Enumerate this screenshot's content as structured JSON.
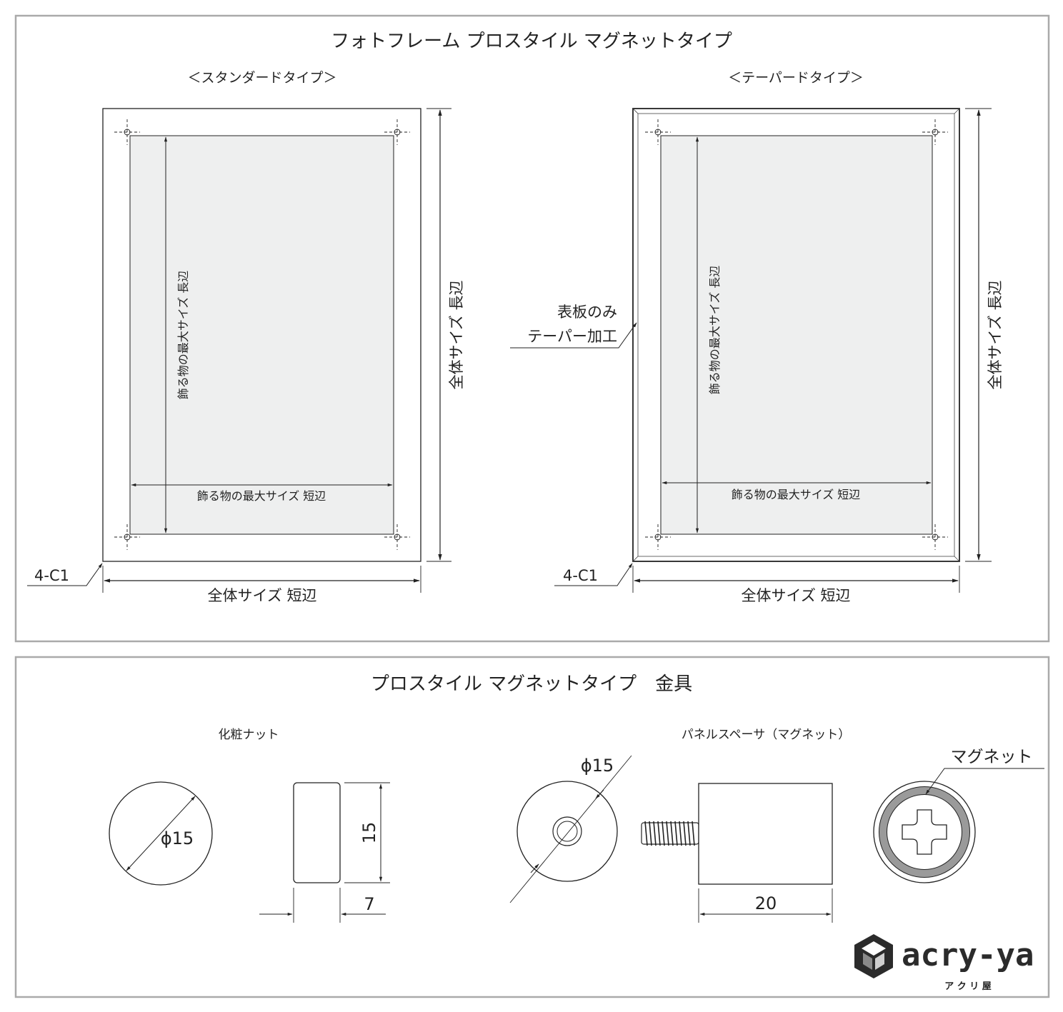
{
  "top_panel": {
    "title": "フォトフレーム プロスタイル マグネットタイプ",
    "standard": {
      "heading": "＜スタンダードタイプ＞",
      "long_inner": "飾る物の最大サイズ 長辺",
      "short_inner": "飾る物の最大サイズ 短辺",
      "long_overall": "全体サイズ 長辺",
      "short_overall": "全体サイズ 短辺",
      "corner": "4-C1"
    },
    "tapered": {
      "heading": "＜テーパードタイプ＞",
      "long_inner": "飾る物の最大サイズ 長辺",
      "short_inner": "飾る物の最大サイズ 短辺",
      "long_overall": "全体サイズ 長辺",
      "short_overall": "全体サイズ 短辺",
      "corner": "4-C1",
      "taper_note_line1": "表板のみ",
      "taper_note_line2": "テーパー加工"
    }
  },
  "bottom_panel": {
    "title": "プロスタイル マグネットタイプ　金具",
    "nut": {
      "label": "化粧ナット",
      "diameter": "ϕ15",
      "height": "15",
      "width": "7"
    },
    "spacer": {
      "label": "パネルスペーサ（マグネット）",
      "diameter": "ϕ15",
      "length": "20",
      "magnet_label": "マグネット"
    }
  },
  "logo": {
    "text": "acry-ya",
    "sub": "ア ク リ 屋"
  }
}
